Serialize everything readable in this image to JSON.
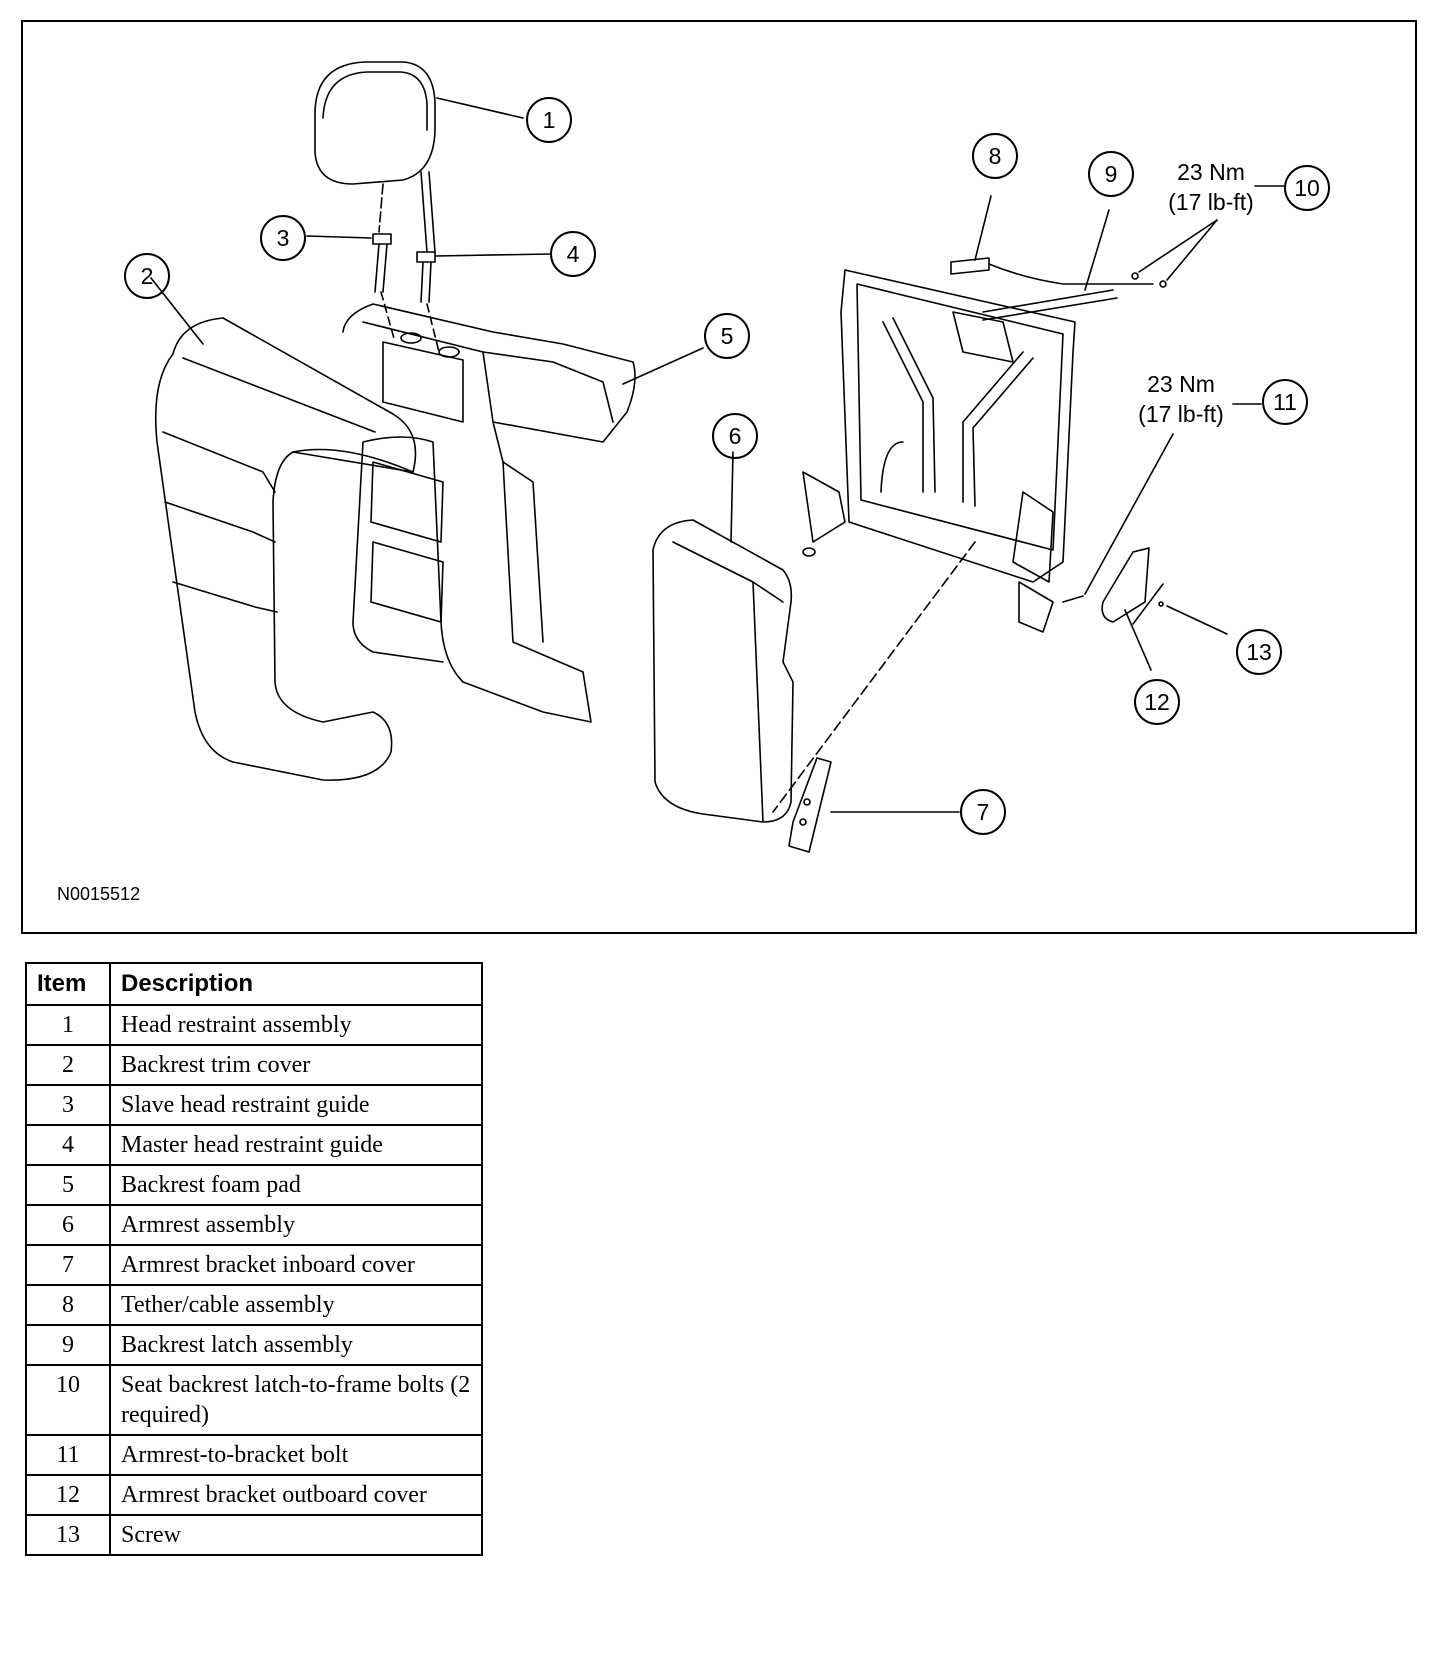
{
  "figure": {
    "id": "N0015512",
    "callouts": [
      "1",
      "2",
      "3",
      "4",
      "5",
      "6",
      "7",
      "8",
      "9",
      "10",
      "11",
      "12",
      "13"
    ],
    "torque_10": {
      "line1": "23 Nm",
      "line2": "(17 lb-ft)"
    },
    "torque_11": {
      "line1": "23 Nm",
      "line2": "(17 lb-ft)"
    }
  },
  "table": {
    "headers": {
      "item": "Item",
      "description": "Description"
    },
    "rows": [
      {
        "item": "1",
        "description": "Head restraint assembly"
      },
      {
        "item": "2",
        "description": "Backrest trim cover"
      },
      {
        "item": "3",
        "description": "Slave head restraint guide"
      },
      {
        "item": "4",
        "description": "Master head restraint guide"
      },
      {
        "item": "5",
        "description": "Backrest foam pad"
      },
      {
        "item": "6",
        "description": "Armrest assembly"
      },
      {
        "item": "7",
        "description": "Armrest bracket inboard cover"
      },
      {
        "item": "8",
        "description": "Tether/cable assembly"
      },
      {
        "item": "9",
        "description": "Backrest latch assembly"
      },
      {
        "item": "10",
        "description": "Seat backrest latch-to-frame bolts (2 required)"
      },
      {
        "item": "11",
        "description": "Armrest-to-bracket bolt"
      },
      {
        "item": "12",
        "description": "Armrest bracket outboard cover"
      },
      {
        "item": "13",
        "description": "Screw"
      }
    ]
  }
}
